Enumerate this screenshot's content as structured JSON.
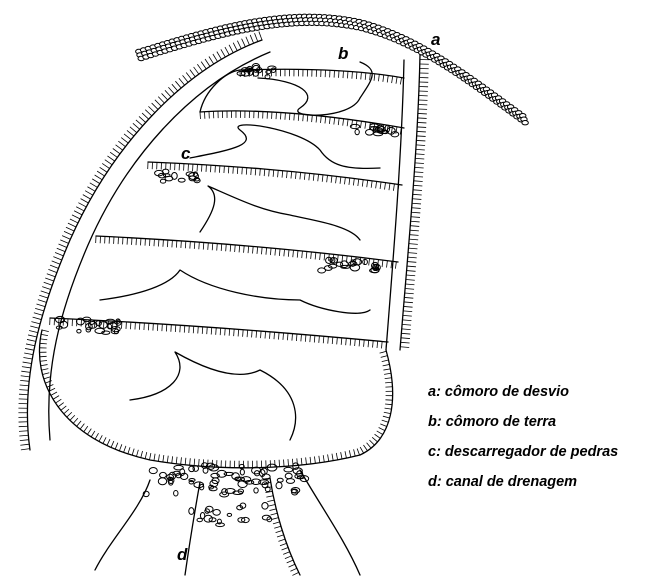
{
  "labels": {
    "a": "a",
    "b": "b",
    "c": "c",
    "d": "d"
  },
  "legend": [
    "a: cômoro de desvio",
    "b: cômoro de terra",
    "c: descarregador de pedras",
    "d: canal de drenagem"
  ],
  "colors": {
    "ink": "#000000",
    "background": "#ffffff"
  }
}
